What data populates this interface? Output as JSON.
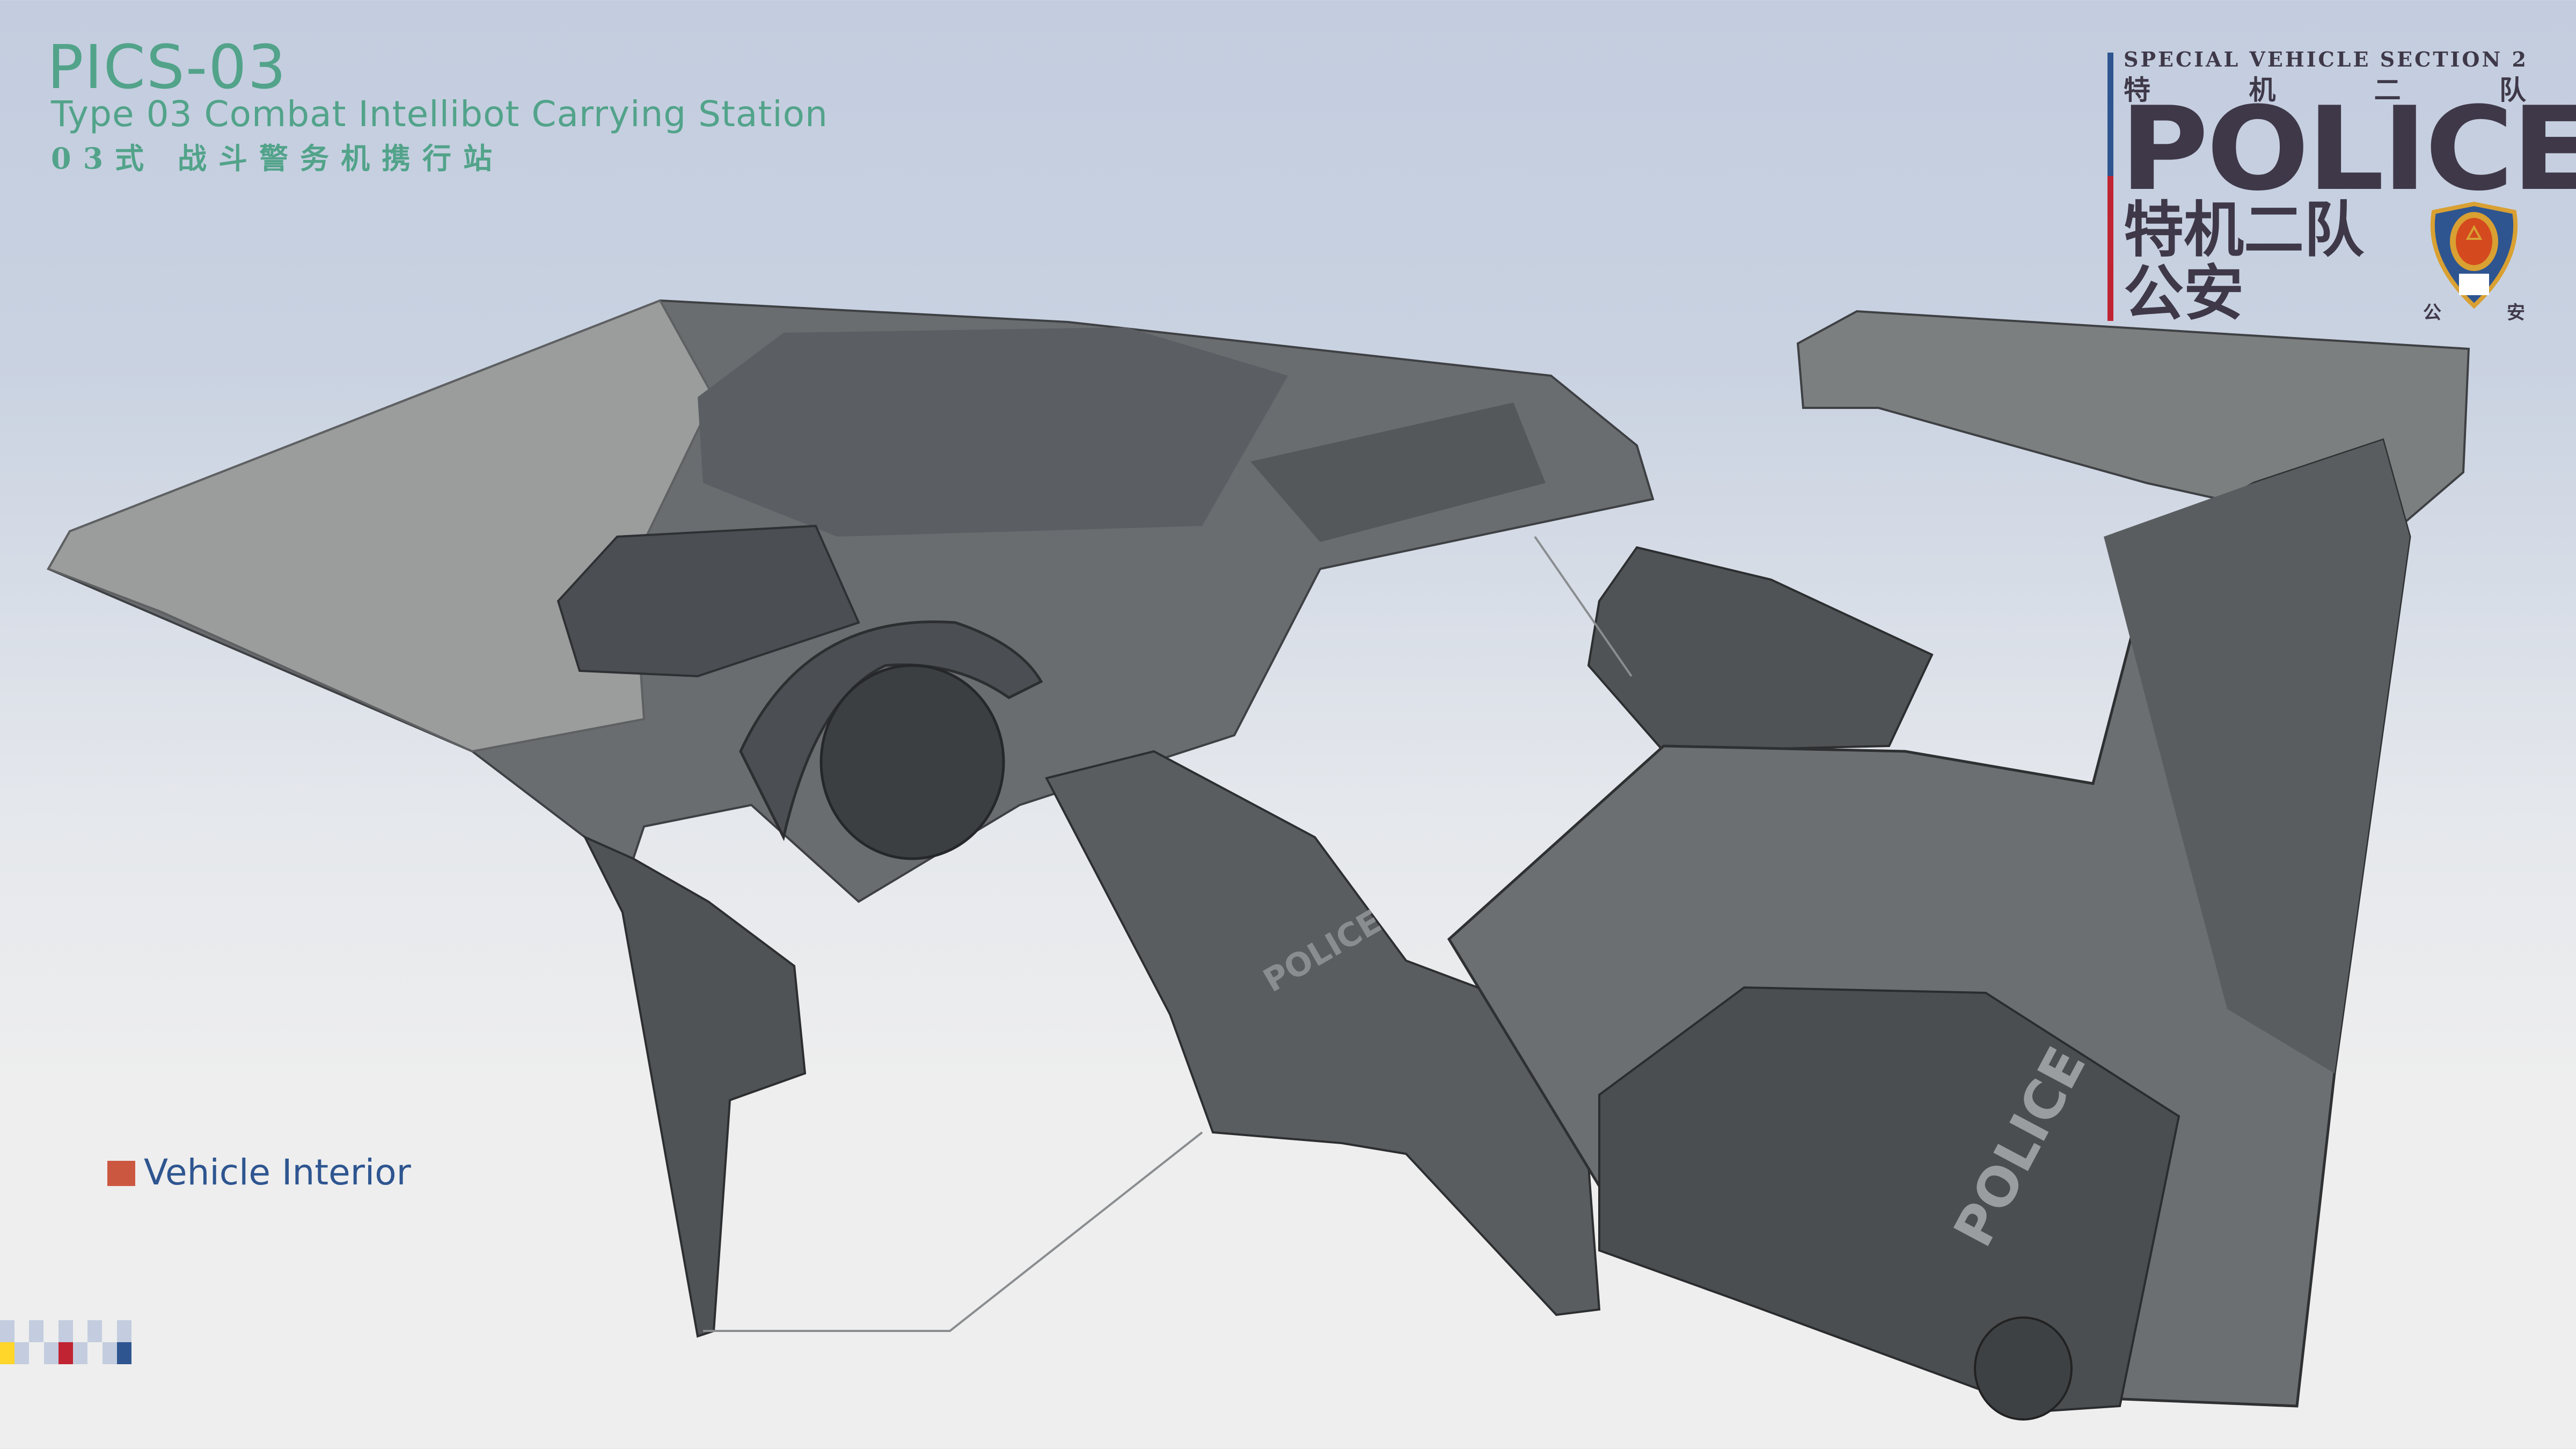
{
  "header": {
    "code": "PICS-03",
    "subtitle": "Type 03 Combat Intellibot Carrying Station",
    "chinese_title": "03式  战斗警务机携行站"
  },
  "logo": {
    "section_en": "SPECIAL VEHICLE SECTION 2",
    "section_cn_chars": [
      "特",
      "机",
      "二",
      "队"
    ],
    "police": "POLICE",
    "unit_cn": "特机二队",
    "bureau_cn": "公安",
    "badge_chars": [
      "公",
      "安"
    ],
    "colors": {
      "blue": "#2e5590",
      "red": "#c02433",
      "text": "#3e3848",
      "gold": "#d9a032"
    }
  },
  "legend": {
    "label": "Vehicle Interior",
    "swatch_color": "#cc5741"
  },
  "illustration": {
    "seat_label": "POLICE",
    "console_label": "POLICE"
  },
  "palette_strip": [
    "#ffd629",
    "#c02433",
    "#2e5590",
    "#c3cddf"
  ]
}
